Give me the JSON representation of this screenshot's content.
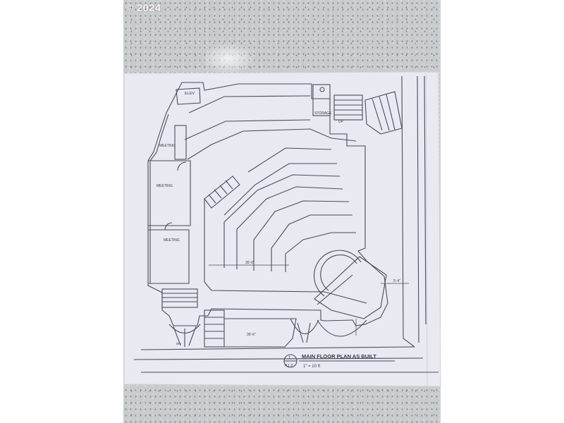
{
  "watermark": "© 2024",
  "plan": {
    "rooms": {
      "elev": "ELEV",
      "storage": "STORAGE",
      "up": "UP",
      "meeting_1": "MEETING",
      "meeting_2": "MEETING",
      "meeting_3": "MEETING",
      "dn": "DN"
    },
    "dimensions": {
      "sanctuary_width": "35'-0\"",
      "lower_width": "30'-6\"",
      "right_offset": "5'-4\""
    },
    "title_block": {
      "detail_number": "1",
      "sheet_number": "A1.3",
      "title": "MAIN FLOOR PLAN  AS BUILT",
      "scale": "1\" = 10 ft"
    }
  },
  "colors": {
    "paper": "#e8e9f1",
    "ink": "#4a4d58",
    "counter": "#c9cccd"
  }
}
